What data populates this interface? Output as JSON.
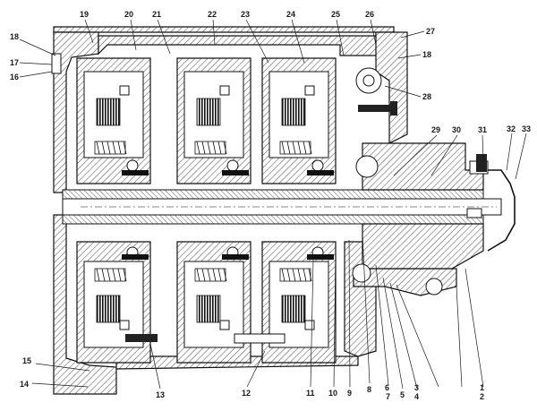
{
  "colors": {
    "ink": "#1a1a1a",
    "paper": "#ffffff"
  },
  "callouts": {
    "c1": "1",
    "c2": "2",
    "c3": "3",
    "c4": "4",
    "c5": "5",
    "c6": "6",
    "c7": "7",
    "c8": "8",
    "c9": "9",
    "c10": "10",
    "c11": "11",
    "c12": "12",
    "c13": "13",
    "c14": "14",
    "c15": "15",
    "c16": "16",
    "c17": "17",
    "c18": "18",
    "c18b": "18",
    "c19": "19",
    "c20": "20",
    "c21": "21",
    "c22": "22",
    "c23": "23",
    "c24": "24",
    "c25": "25",
    "c26": "26",
    "c27": "27",
    "c28": "28",
    "c29": "29",
    "c30": "30",
    "c31": "31",
    "c32": "32",
    "c33": "33"
  }
}
